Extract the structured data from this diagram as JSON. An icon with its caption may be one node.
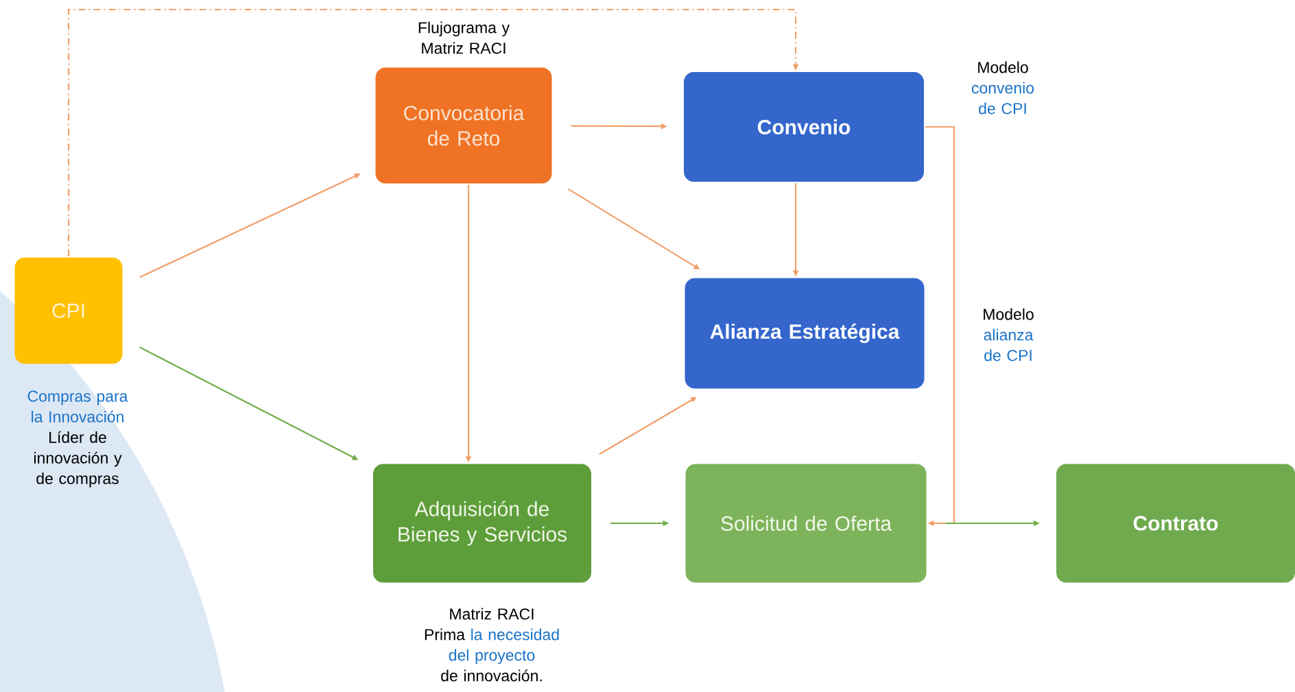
{
  "diagram": {
    "nodes": [
      {
        "text": [
          "CPI"
        ],
        "beside": [
          "Compras para la Innovación",
          "Líder de innovación y de compras"
        ]
      },
      {
        "text": [
          "Convocatoria de Reto"
        ],
        "beside": [
          "Flujograma y Matriz RACI"
        ]
      },
      {
        "text": [
          "Convenio"
        ],
        "beside": [
          "Modelo",
          "convenio de CPI"
        ]
      },
      {
        "text": [
          "Alianza Estratégica"
        ]
      },
      {
        "text": [
          "Adquisición de Bienes y Servicios"
        ],
        "beside": [
          "Matriz RACI",
          "Prima",
          "la necesidad del proyecto",
          "de innovación."
        ]
      },
      {
        "text": [
          "Solicitud de Oferta"
        ]
      },
      {
        "text": [
          "Contrato"
        ]
      }
    ],
    "edges": [
      {
        "from": 0,
        "to": 1,
        "arrow": "to"
      },
      {
        "from": 0,
        "to": 4,
        "arrow": "to",
        "color": "#70ad47"
      },
      {
        "from": 0,
        "to": 2,
        "arrow": "to",
        "style": "dashed"
      },
      {
        "from": 1,
        "to": 2,
        "arrow": "to"
      },
      {
        "from": 1,
        "to": 3,
        "arrow": "to"
      },
      {
        "from": 1,
        "to": 4,
        "arrow": "to"
      },
      {
        "from": 2,
        "to": 3,
        "arrow": "to"
      },
      {
        "from": 2,
        "to": 5,
        "arrow": "to"
      },
      {
        "from": 4,
        "to": 3,
        "arrow": "to"
      },
      {
        "from": 4,
        "to": 5,
        "arrow": "to",
        "color": "#70ad47"
      },
      {
        "from": 5,
        "to": 6,
        "arrow": "to",
        "color": "#70ad47"
      }
    ],
    "labels": [
      "Modelo",
      "alianza de CPI"
    ]
  }
}
